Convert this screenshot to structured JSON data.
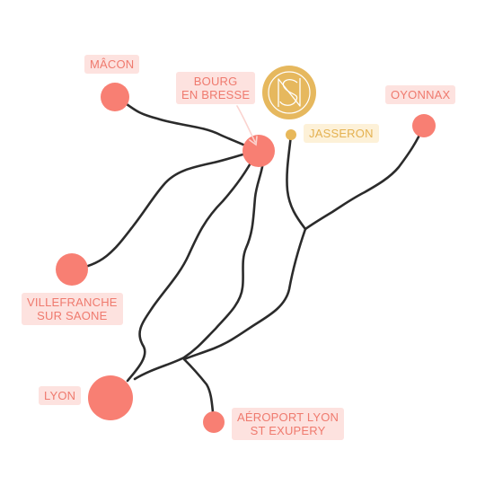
{
  "colors": {
    "city": "#f87f73",
    "label_bg": "#fde2df",
    "label_text": "#ef7a6e",
    "jasseron": "#e8b85a",
    "jasseron_label_bg": "#fdf1d8",
    "road": "#2b2b2b"
  },
  "places": {
    "macon": "MÂCON",
    "bourg_line1": "BOURG",
    "bourg_line2": "EN BRESSE",
    "jasseron": "JASSERON",
    "oyonnax": "OYONNAX",
    "villefranche_line1": "VILLEFRANCHE",
    "villefranche_line2": "SUR SAONE",
    "lyon": "LYON",
    "aeroport_line1": "AÉROPORT LYON",
    "aeroport_line2": "ST EXUPERY"
  },
  "logo": {
    "icon": "ns-monogram-logo",
    "lettering": "NS"
  },
  "icons": {
    "city": "circle-marker-icon",
    "arrow": "arrow-icon"
  }
}
